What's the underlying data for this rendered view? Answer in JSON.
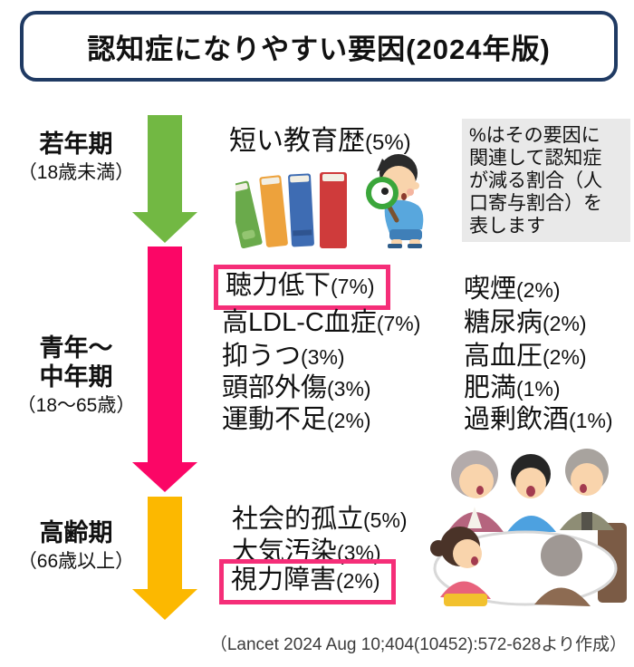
{
  "title": "認知症になりやすい要因(2024年版)",
  "note": "%はその要因に\n関連して認知症\nが減る割合（人\n口寄与割合）を\n表します",
  "citation": "（Lancet 2024 Aug 10;404(10452):572-628より作成）",
  "stages": {
    "young": {
      "label": "若年期",
      "range": "（18歳未満）",
      "arrow_color": "#72b843"
    },
    "mid": {
      "label_line1": "青年〜",
      "label_line2": "中年期",
      "range": "（18〜65歳）",
      "arrow_color": "#fb0666"
    },
    "old": {
      "label": "高齢期",
      "range": "（66歳以上）",
      "arrow_color": "#fcb800"
    }
  },
  "factors": {
    "young": {
      "name": "短い教育歴",
      "pct": "(5%)"
    },
    "mid_left": [
      {
        "name": "聴力低下",
        "pct": "(7%)",
        "highlighted": true
      },
      {
        "name": "高LDL-C血症",
        "pct": "(7%)"
      },
      {
        "name": "抑うつ",
        "pct": "(3%)"
      },
      {
        "name": "頭部外傷",
        "pct": "(3%)"
      },
      {
        "name": "運動不足",
        "pct": "(2%)"
      }
    ],
    "mid_right": [
      {
        "name": "喫煙",
        "pct": "(2%)"
      },
      {
        "name": "糖尿病",
        "pct": "(2%)"
      },
      {
        "name": "高血圧",
        "pct": "(2%)"
      },
      {
        "name": "肥満",
        "pct": "(1%)"
      },
      {
        "name": "過剰飲酒",
        "pct": "(1%)"
      }
    ],
    "old": [
      {
        "name": "社会的孤立",
        "pct": "(5%)"
      },
      {
        "name": "大気汚染",
        "pct": "(3%)"
      },
      {
        "name": "視力障害",
        "pct": "(2%)",
        "highlighted": true
      }
    ]
  },
  "icons": {
    "books": "books-icon",
    "child_magnifier": "child-with-magnifying-glass-icon",
    "elderly_group": "elderly-people-around-table-icon"
  },
  "colors": {
    "title_border": "#1f3a63",
    "highlight_box": "#f52e78",
    "note_background": "#e9e9e9",
    "arrow_young": "#72b843",
    "arrow_mid": "#fb0666",
    "arrow_old": "#fcb800",
    "citation_text": "#3c3c3c"
  }
}
